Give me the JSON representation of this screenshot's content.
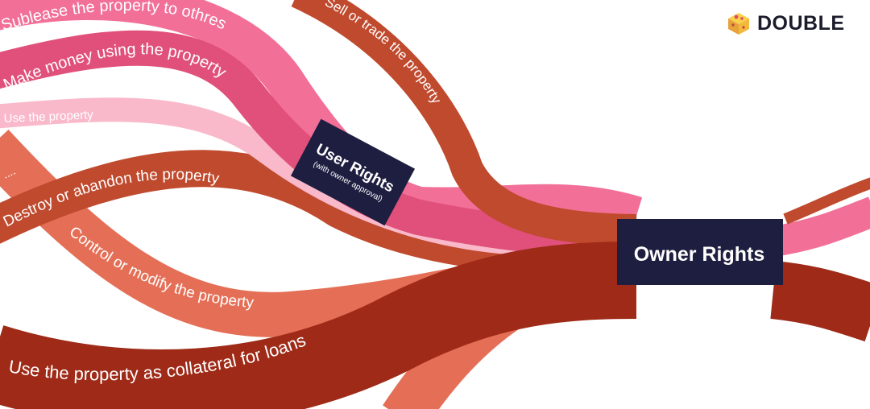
{
  "brand": {
    "name": "DOUBLE",
    "logo_icon": "cube-logo-icon"
  },
  "nodes": {
    "owner": {
      "label": "Owner Rights"
    },
    "user": {
      "label": "User Rights",
      "sublabel": "(with owner approval)"
    }
  },
  "flows": {
    "sublease": "Sublease the property to othres",
    "make_money": "Make money using the property",
    "use": "Use the property",
    "ellipsis": "....",
    "destroy": "Destroy or abandon the property",
    "control": "Control or modify the property",
    "collateral": "Use the property as collateral for loans",
    "sell": "Sell or trade the property"
  },
  "colors": {
    "node": "#1e1e40",
    "dark_red": "#9e2a17",
    "red": "#c04a2e",
    "coral": "#e46f56",
    "pink": "#f26f98",
    "magenta": "#e0507a",
    "light_pink": "#f9b9ca"
  }
}
